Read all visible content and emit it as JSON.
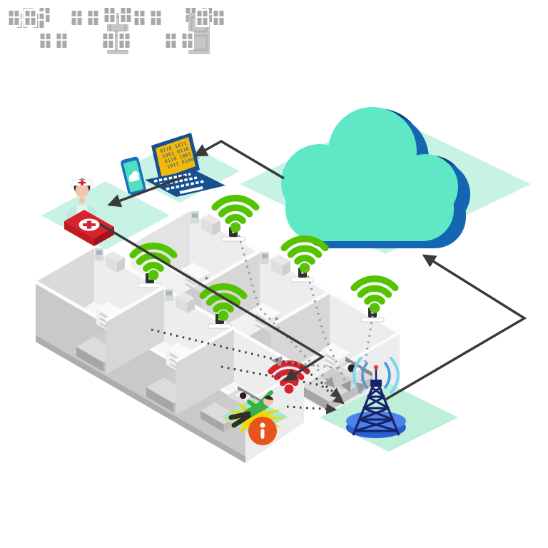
{
  "meta": {
    "type": "isometric-diagram",
    "subject": "IoT patient fall-detection and remote monitoring system: wifi sensors in patient rooms send data via cell tower to cloud, cloud alerts nurse workstation, nurse responds to fallen patient"
  },
  "colors": {
    "background": "#FFFFFF",
    "tile_mint": "#C8F2E3",
    "tower_tile": "#BDEFD9",
    "cloud_front": "#5FE8C6",
    "cloud_side": "#1566B2",
    "cloud_shadow": "#0C3F85",
    "wifi_ok": "#55C400",
    "wifi_alert": "#D8232E",
    "arrow": "#3A3A3A",
    "trail_dark": "#3F3F3F",
    "trail_gray": "#9A9A9A",
    "alert_badge": "#E8541B",
    "aid_kit_top": "#D8232E",
    "aid_kit_side": "#A31218",
    "aid_kit_front": "#C21A22",
    "scrubs": "#BFEADB",
    "scrubs_panel": "#E2F7EF",
    "skin": "#F2C4AC",
    "hair": "#332B28",
    "laptop_frame": "#174F8F",
    "laptop_screen": "#F2B90A",
    "laptop_text": "#174F8F",
    "phone_body": "#1A6FBF",
    "phone_screen": "#4FE0C2",
    "tower_body": "#16246B",
    "tower_disc_top": "#4E82E8",
    "tower_disc_side": "#2B5FD0",
    "wave_outer": "#7FD4F2",
    "wave_inner": "#3D9BE0",
    "antenna_tip": "#E53935",
    "star": "#F6D500",
    "mat": "#A5EAD0",
    "shirt": "#3BAE49",
    "pants": "#2E2E2E"
  },
  "workstation": {
    "screen_rows": [
      "0110 1011 0",
      "1001 0110 1",
      "0110 1001 0",
      "1011 0100 1"
    ]
  },
  "nodes": [
    {
      "id": "cloud",
      "label": "cloud platform",
      "icon": "cloud-icon"
    },
    {
      "id": "workstation",
      "label": "monitoring workstation",
      "icon": "laptop-icon",
      "secondary_icon": "smartphone-icon"
    },
    {
      "id": "caregiver",
      "label": "nurse with first aid kit",
      "icon": "nurse-icon"
    },
    {
      "id": "ward-rear",
      "label": "patient rooms rear building",
      "rooms": [
        {
          "bed": "occupied",
          "signal": "ok"
        },
        {
          "bed": "occupied",
          "signal": "ok"
        },
        {
          "bed": "occupied",
          "signal": "ok"
        }
      ]
    },
    {
      "id": "ward-front",
      "label": "patient rooms front building",
      "rooms": [
        {
          "bed": "occupied",
          "signal": "ok"
        },
        {
          "bed": "occupied",
          "signal": "ok"
        },
        {
          "bed": "occupied",
          "signal": "alert",
          "event": "patient fallen"
        }
      ]
    },
    {
      "id": "tower",
      "label": "cellular base station",
      "icon": "cell-tower-icon"
    },
    {
      "id": "alert",
      "label": "alert badge",
      "icon": "exclamation-icon"
    }
  ],
  "flows": [
    {
      "from": "ward-rear",
      "to": "tower",
      "style": "dotted"
    },
    {
      "from": "ward-front",
      "to": "tower",
      "style": "dotted"
    },
    {
      "from": "tower",
      "to": "fallen-patient-room",
      "style": "dotted"
    },
    {
      "from": "tower",
      "to": "cloud",
      "style": "solid"
    },
    {
      "from": "cloud",
      "to": "workstation",
      "style": "solid"
    },
    {
      "from": "workstation",
      "to": "caregiver",
      "style": "solid"
    },
    {
      "from": "caregiver",
      "to": "fallen-patient",
      "style": "solid"
    }
  ]
}
